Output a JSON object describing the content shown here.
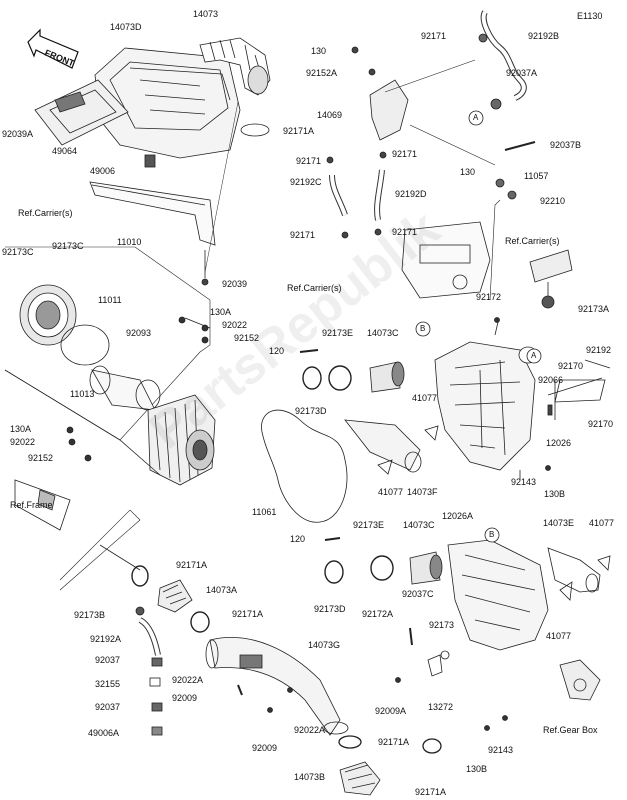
{
  "page_code": "E1130",
  "front_label": "FRONT",
  "watermark": "PartsRepublik",
  "labels": {
    "l14073D": "14073D",
    "l14073": "14073",
    "l92039A": "92039A",
    "l49064": "49064",
    "l49006": "49006",
    "lRefCarrier1": "Ref.Carrier(s)",
    "l92039": "92039",
    "l92171A_1": "92171A",
    "l130_1": "130",
    "l92152A": "92152A",
    "l14069": "14069",
    "l92171_1": "92171",
    "l92192C": "92192C",
    "l92171_2": "92171",
    "l92171_top": "92171",
    "l92192B": "92192B",
    "l92037A": "92037A",
    "l92037B": "92037B",
    "l92171_3": "92171",
    "l92192D": "92192D",
    "l92171_4": "92171",
    "l130_2": "130",
    "l11057": "11057",
    "l92210": "92210",
    "lRefCarrier2": "Ref.Carrier(s)",
    "lRefCarrier3": "Ref.Carrier(s)",
    "l92173A": "92173A",
    "l92172_1": "92172",
    "l92173C_1": "92173C",
    "l92173C_2": "92173C",
    "l11010": "11010",
    "l11011": "11011",
    "l92093": "92093",
    "l130A_1": "130A",
    "l92022": "92022",
    "l92152_1": "92152",
    "l11013": "11013",
    "l130A_2": "130A",
    "l92022_2": "92022",
    "l92152_2": "92152",
    "lRefFrame": "Ref.Frame",
    "l120_1": "120",
    "l92173E_1": "92173E",
    "l14073C_1": "14073C",
    "l92173D_1": "92173D",
    "l92192": "92192",
    "l92170_1": "92170",
    "l92066": "92066",
    "l92170_2": "92170",
    "l41077_1": "41077",
    "l12026": "12026",
    "l11061": "11061",
    "l41077_2": "41077",
    "l14073F": "14073F",
    "l92143_1": "92143",
    "l130B_1": "130B",
    "l120_2": "120",
    "l92173E_2": "92173E",
    "l14073C_2": "14073C",
    "l12026A": "12026A",
    "l14073E": "14073E",
    "l41077_3": "41077",
    "l92171A_2": "92171A",
    "l14073A": "14073A",
    "l92173B": "92173B",
    "l92171A_3": "92171A",
    "l92192A": "92192A",
    "l92037_1": "92037",
    "l32155": "32155",
    "l92037_2": "92037",
    "l49006A": "49006A",
    "l92173D_2": "92173D",
    "l92172A": "92172A",
    "l92037C": "92037C",
    "l92173": "92173",
    "l41077_4": "41077",
    "l14073G": "14073G",
    "l92022A_1": "92022A",
    "l92009_1": "92009",
    "l92009_2": "92009",
    "l92022A_2": "92022A",
    "l13272": "13272",
    "l92009A": "92009A",
    "lRefGearBox": "Ref.Gear Box",
    "l92171A_4": "92171A",
    "l14073B": "14073B",
    "l92171A_5": "92171A",
    "l130B_2": "130B",
    "l92143_2": "92143",
    "lB1": "B",
    "lB2": "B",
    "lA1": "A",
    "lA2": "A"
  }
}
